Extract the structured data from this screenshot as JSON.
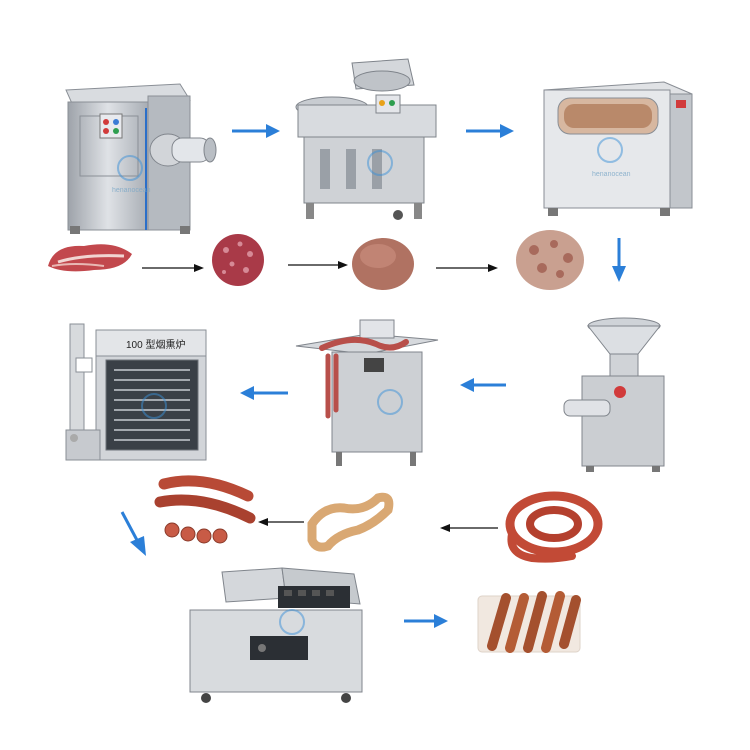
{
  "machines": [
    {
      "id": "meat-grinder",
      "icon": "meat-grinder-machine"
    },
    {
      "id": "bowl-cutter",
      "icon": "bowl-cutter-machine"
    },
    {
      "id": "vacuum-mixer",
      "icon": "meat-mixer-machine"
    },
    {
      "id": "sausage-filler",
      "icon": "hydraulic-sausage-filler"
    },
    {
      "id": "sausage-tying-machine",
      "icon": "sausage-linker-machine"
    },
    {
      "id": "smokehouse",
      "icon": "smoking-oven"
    },
    {
      "id": "vacuum-packer",
      "icon": "vacuum-packing-machine"
    }
  ],
  "products": [
    {
      "id": "raw-meat",
      "icon": "raw-meat-slices"
    },
    {
      "id": "minced-meat",
      "icon": "minced-meat-patty"
    },
    {
      "id": "chopped-paste",
      "icon": "meat-paste-ball"
    },
    {
      "id": "mixed-filling",
      "icon": "mixed-meat-filling"
    },
    {
      "id": "coiled-sausage",
      "icon": "coiled-sausage"
    },
    {
      "id": "linked-sausage",
      "icon": "linked-sausages"
    },
    {
      "id": "smoked-sausage",
      "icon": "smoked-sausages-sliced"
    },
    {
      "id": "packed-sausage",
      "icon": "packed-sausages"
    }
  ],
  "oven_label": "100 型烟熏炉",
  "watermark": "henanocean",
  "colors": {
    "blue_arrow": "#2b7fd8",
    "black_arrow": "#111111",
    "steel": "#c9ccd1",
    "meat": "#b8454a"
  }
}
